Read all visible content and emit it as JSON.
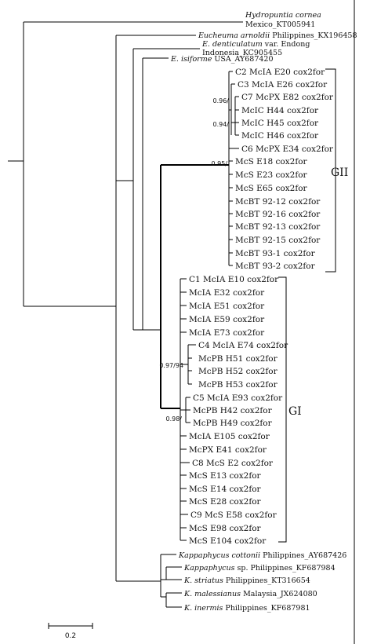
{
  "outgroups": [
    {
      "name": "Hydropuntia cornea",
      "name2": "Mexico_KT005941"
    },
    {
      "sp": "Eucheuma arnoldii",
      "rest": "Philippines_KX196458"
    },
    {
      "sp": "E. denticulatum",
      "rest": "var. Endong",
      "name2": "Indonesia_KC905455"
    },
    {
      "sp": "E. isiforme",
      "rest": "USA_AY687420"
    }
  ],
  "gII_taxa": [
    "C2 McIA E20 cox2for",
    "C3 McIA E26 cox2for",
    "C7 McPX E82 cox2for",
    "McIC H44 cox2for",
    "McIC H45 cox2for",
    "McIC H46 cox2for",
    "C6 McPX E34 cox2for",
    "McS E18 cox2for",
    "McS E23 cox2for",
    "McS E65 cox2for",
    "McBT 92-12 cox2for",
    "McBT 92-16 cox2for",
    "McBT 92-13 cox2for",
    "McBT 92-15 cox2for",
    "McBT 93-1 cox2for",
    "McBT 93-2 cox2for"
  ],
  "gI_taxa": [
    "C1 McIA E10 cox2for",
    "McIA E32 cox2for",
    "McIA E51 cox2for",
    "McIA E59 cox2for",
    "McIA E73 cox2for",
    "C4 McIA E74 cox2for",
    "McPB H51 cox2for",
    "McPB H52 cox2for",
    "McPB H53 cox2for",
    "C5 McIA E93 cox2for",
    "McPB H42 cox2for",
    "McPB H49 cox2for",
    "McIA E105 cox2for",
    "McPX E41 cox2for",
    "C8 McS E2 cox2for",
    "McS E13 cox2for",
    "McS E14 cox2for",
    "McS E28 cox2for",
    "C9 McS E58 cox2for",
    "McS E98 cox2for",
    "McS E104 cox2for"
  ],
  "kappa_taxa": [
    {
      "sp": "Kappaphycus cottonii",
      "rest": "Philippines_AY687426"
    },
    {
      "sp": "Kappaphycus",
      "rest": "sp. Philippines_KF687984"
    },
    {
      "sp": "K. striatus",
      "rest": "Philippines_KT316654"
    },
    {
      "sp": "K. malessianus",
      "rest": "Malaysia_JX624080"
    },
    {
      "sp": "K. inermis",
      "rest": "Philippines_KF687981"
    }
  ],
  "support": {
    "gII_a": "0.96/",
    "gII_b": "0.94/",
    "gII_c": "0.95/",
    "gI_a": "0.97/94",
    "gI_b": "0.98/"
  },
  "groups": {
    "gII": "GII",
    "gI": "GI"
  },
  "scale_label": "0.2"
}
